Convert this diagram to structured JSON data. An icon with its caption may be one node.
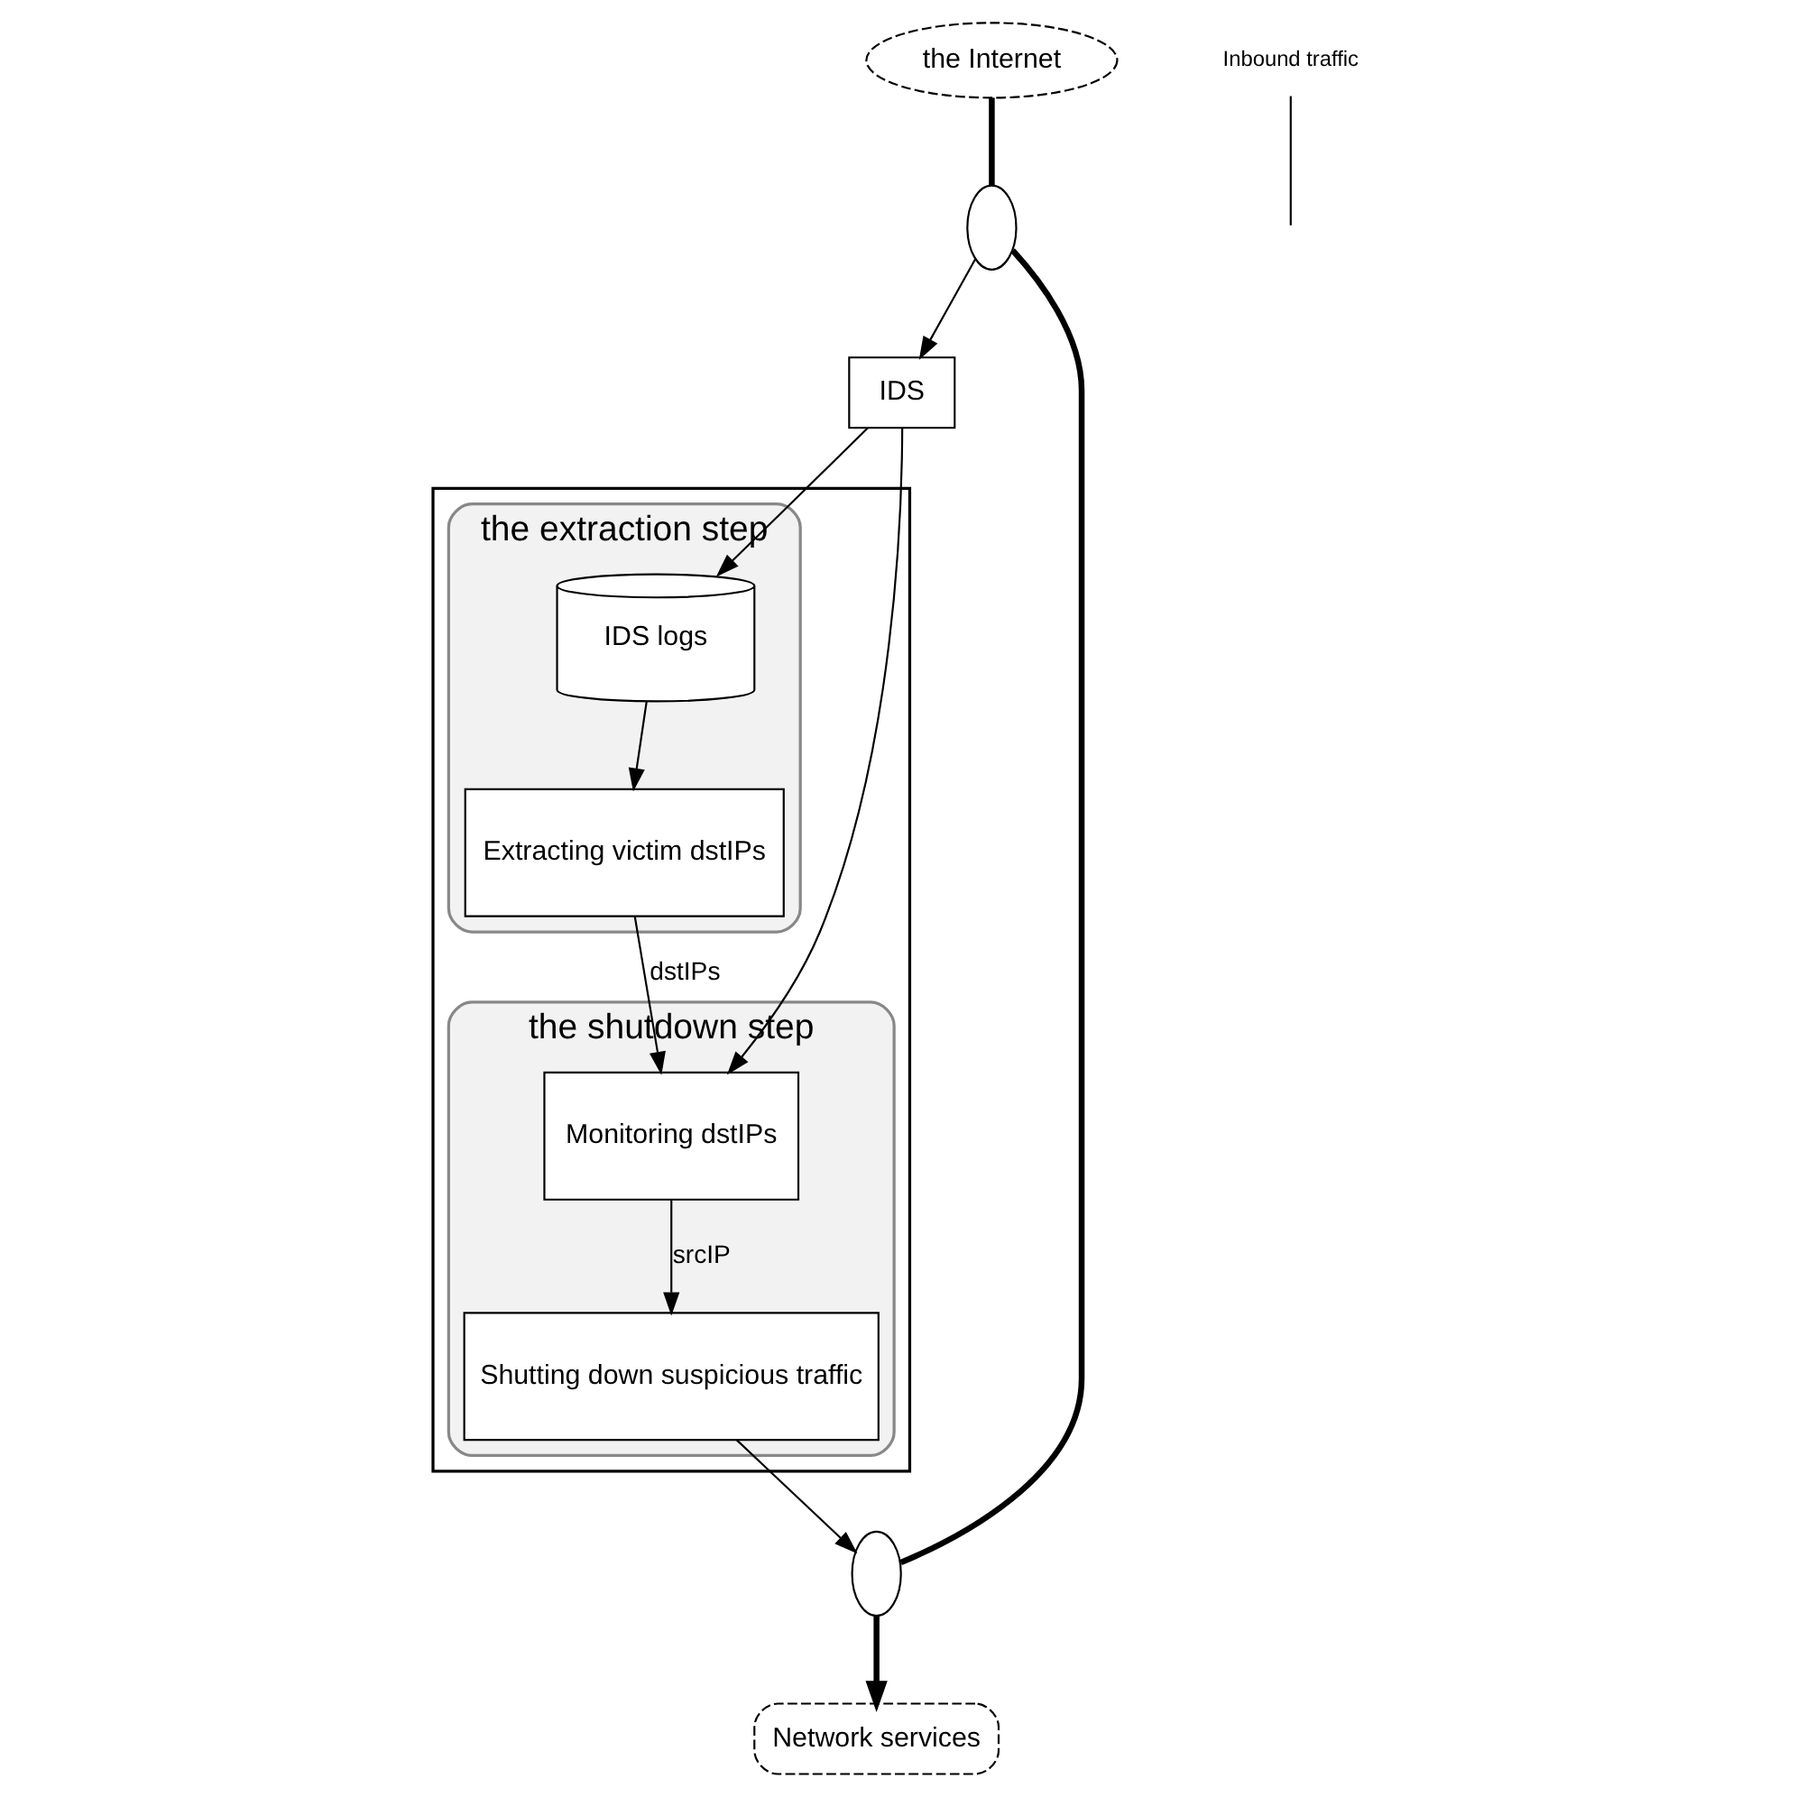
{
  "diagram": {
    "nodes": [
      {
        "text": [],
        "shape": "box"
      },
      {
        "text": [
          "the extraction step"
        ],
        "in": 0
      },
      {
        "text": [
          "Extracting victim dstIPs"
        ],
        "in": 1
      },
      {
        "text": [
          "IDS logs"
        ],
        "in": 1
      },
      {
        "text": [
          "the shutdown step"
        ],
        "in": 0
      },
      {
        "text": [
          "Monitoring dstIPs"
        ],
        "in": 4
      },
      {
        "text": [
          "Shutting down suspicious traffic"
        ],
        "in": 4
      },
      {
        "text": [
          "IDS"
        ]
      },
      {
        "text": [
          "the Internet"
        ]
      },
      {
        "text": [],
        "shape": "ellipse"
      },
      {
        "text": [],
        "shape": "ellipse"
      },
      {
        "text": [
          "Network services"
        ]
      },
      {
        "text": [
          "Inbound traffic"
        ]
      }
    ],
    "edges": [
      {
        "from": 2,
        "to": 5,
        "arrow": "to",
        "label": "dstIPs"
      },
      {
        "from": 3,
        "to": 2,
        "arrow": "to"
      },
      {
        "from": 7,
        "to": 3,
        "arrow": "to"
      },
      {
        "from": 7,
        "to": 5,
        "arrow": "to"
      },
      {
        "from": 5,
        "to": 6,
        "arrow": "to",
        "label": "srcIP"
      },
      {
        "from": 6,
        "to": 10,
        "arrow": "to"
      },
      {
        "from": 9,
        "to": 7,
        "arrow": "to"
      },
      {
        "from": 8,
        "to": 9,
        "arrow": "none",
        "style": "thick"
      },
      {
        "from": 9,
        "to": 10,
        "arrow": "none",
        "style": "thick"
      },
      {
        "from": 10,
        "to": 11,
        "arrow": "to",
        "style": "thick"
      },
      {
        "from": 12,
        "to": null,
        "arrow": "none"
      }
    ]
  }
}
